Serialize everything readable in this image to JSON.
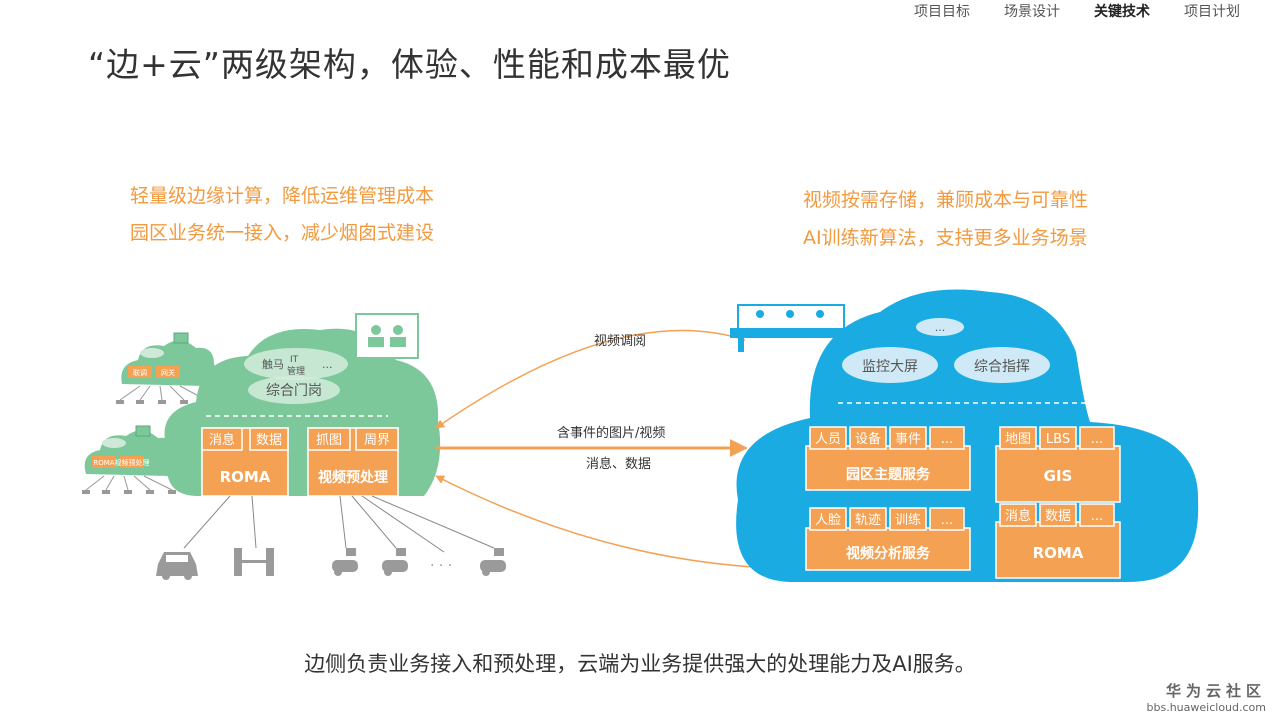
{
  "nav": {
    "items": [
      {
        "label": "项目目标",
        "active": false
      },
      {
        "label": "场景设计",
        "active": false
      },
      {
        "label": "关键技术",
        "active": true
      },
      {
        "label": "项目计划",
        "active": false
      }
    ]
  },
  "title": "“边+云”两级架构，体验、性能和成本最优",
  "edge_features": [
    "轻量级边缘计算，降低运维管理成本",
    "园区业务统一接入，减少烟囱式建设"
  ],
  "cloud_features": [
    "视频按需存储，兼顾成本与可靠性",
    "AI训练新算法，支持更多业务场景"
  ],
  "edge": {
    "top_bubbles": {
      "b1": "触马",
      "b2": "IT",
      "b3": "管理",
      "b4": "..."
    },
    "portal": "综合门岗",
    "roma_tags": [
      "消息",
      "数据"
    ],
    "roma_label": "ROMA",
    "video_tags": [
      "抓图",
      "周界"
    ],
    "video_label": "视频预处理"
  },
  "cloud": {
    "top_ellipsis": "...",
    "screens": [
      "监控大屏",
      "综合指挥"
    ],
    "park": {
      "tags": [
        "人员",
        "设备",
        "事件",
        "..."
      ],
      "label": "园区主题服务"
    },
    "gis": {
      "tags": [
        "地图",
        "LBS",
        "..."
      ],
      "label": "GIS"
    },
    "video": {
      "tags": [
        "人脸",
        "轨迹",
        "训练",
        "..."
      ],
      "label": "视频分析服务"
    },
    "roma": {
      "tags": [
        "消息",
        "数据",
        "..."
      ],
      "label": "ROMA"
    }
  },
  "mini_edge": {
    "tags": [
      "联调",
      "网关",
      "ROMA",
      "视频预处理"
    ]
  },
  "arrows": {
    "video_review": "视频调阅",
    "events_line1": "含事件的图片/视频",
    "events_line2": "消息、数据"
  },
  "device_ellipsis": "· · ·",
  "caption": "边侧负责业务接入和预处理，云端为业务提供强大的处理能力及AI服务。",
  "brand": {
    "name": "华为云社区",
    "url": "bbs.huaweicloud.com"
  },
  "colors": {
    "accent": "#F29A3F",
    "edge_green": "#7CC89A",
    "cloud_blue": "#1AABE3",
    "tag_orange": "#F4A154"
  }
}
